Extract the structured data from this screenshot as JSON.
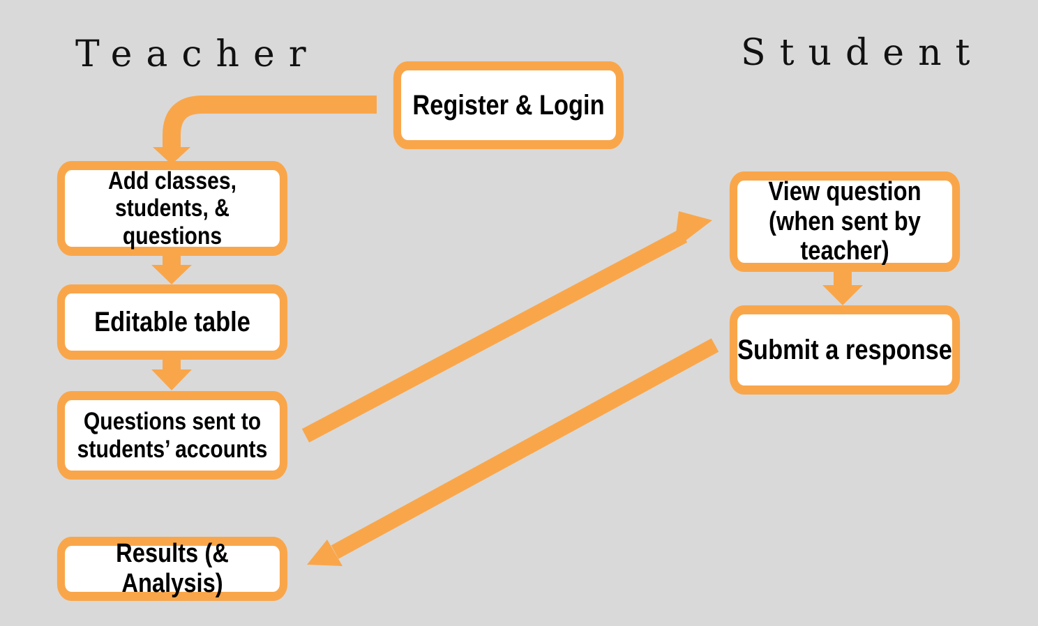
{
  "headings": {
    "teacher": "Teacher",
    "student": "Student"
  },
  "boxes": {
    "register": "Register & Login",
    "add": "Add classes, students, & questions",
    "table": "Editable table",
    "sent": "Questions sent to students’ accounts",
    "results": "Results (& Analysis)",
    "view": "View question (when sent by teacher)",
    "submit": "Submit a response"
  },
  "colors": {
    "background": "#d9d9d9",
    "accent": "#f9a64a",
    "box_fill": "#ffffff",
    "text": "#000000"
  }
}
